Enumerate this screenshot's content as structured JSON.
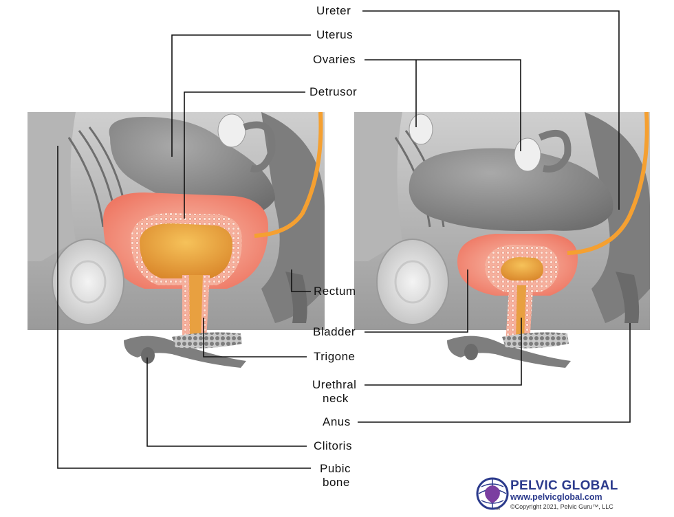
{
  "labels": {
    "ureter": "Ureter",
    "uterus": "Uterus",
    "ovaries": "Ovaries",
    "detrusor": "Detrusor",
    "rectum": "Rectum",
    "bladder": "Bladder",
    "trigone": "Trigone",
    "urethral_neck_1": "Urethral",
    "urethral_neck_2": "neck",
    "anus": "Anus",
    "clitoris": "Clitoris",
    "pubic_bone_1": "Pubic",
    "pubic_bone_2": "bone"
  },
  "logo": {
    "title": "PELVIC GLOBAL",
    "url": "www.pelvicglobal.com",
    "copyright": "©Copyright 2021, Pelvic Guru™, LLC",
    "tm": "TM"
  },
  "colors": {
    "bladder": "#f0806f",
    "bladder_light": "#f8b6a4",
    "lumen": "#e89a2a",
    "ureter": "#f5a031",
    "tissue_gray": "#8f8f8f",
    "brand": "#2b3a8c"
  }
}
